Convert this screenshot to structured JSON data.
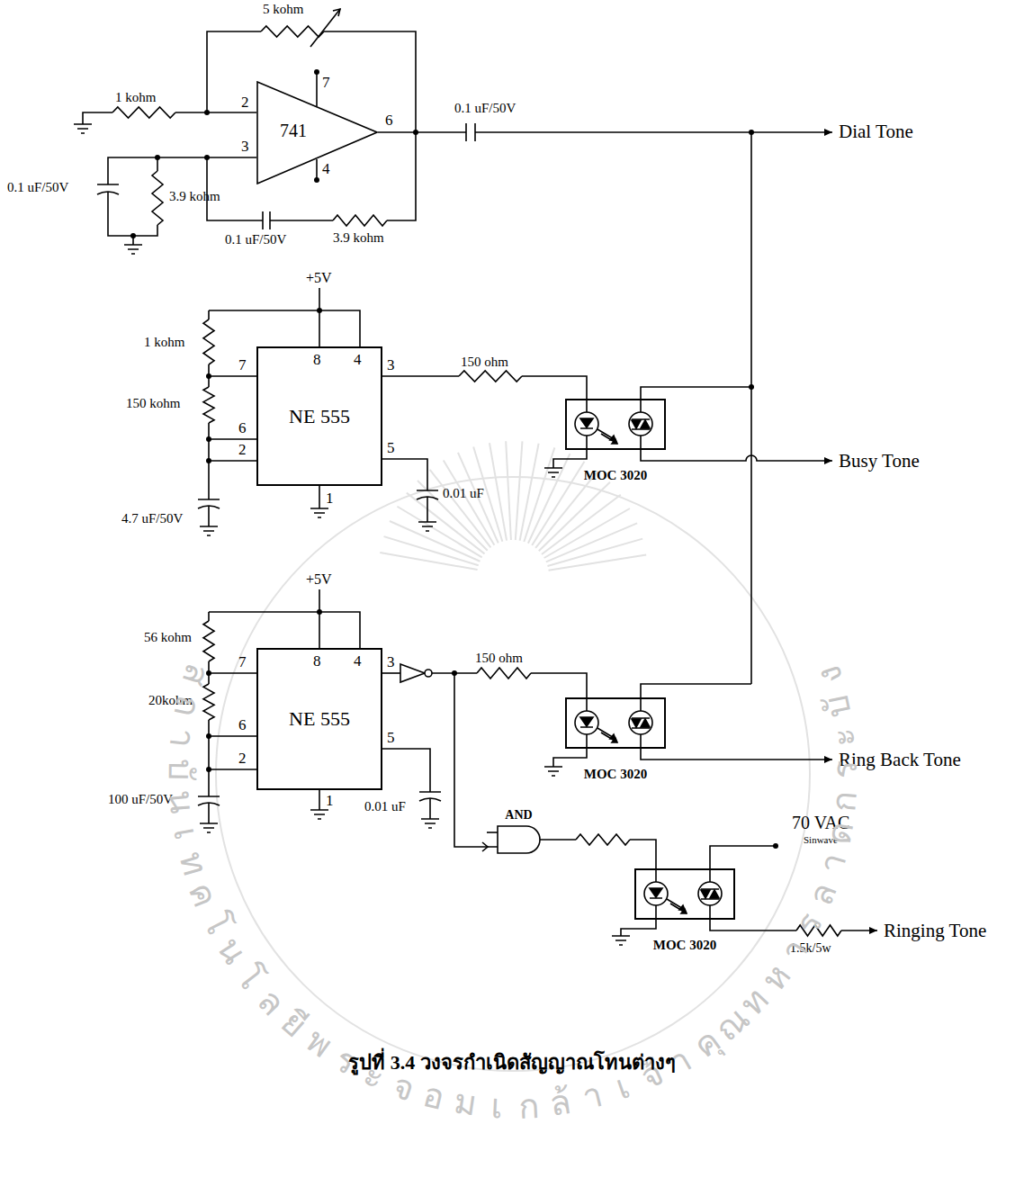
{
  "diagram": {
    "caption": "รูปที่ 3.4 วงจรกำเนิดสัญญาณโทนต่างๆ",
    "nodes": [
      {
        "text": [
          "741"
        ]
      },
      {
        "text": [
          "NE 555"
        ]
      },
      {
        "text": [
          "MOC 3020"
        ]
      },
      {
        "text": [
          "NE 555"
        ]
      },
      {
        "text": [
          "MOC 3020"
        ]
      },
      {
        "text": [
          "AND"
        ]
      },
      {
        "text": [
          "MOC 3020"
        ]
      }
    ],
    "labels": [
      "5 kohm",
      "1 kohm",
      "2",
      "7",
      "3",
      "6",
      "4",
      "0.1 uF/50V",
      "Dial Tone",
      "0.1 uF/50V",
      "3.9 kohm",
      "0.1 uF/50V",
      "3.9 kohm",
      "+5V",
      "1 kohm",
      "150 kohm",
      "8",
      "4",
      "7",
      "3",
      "6",
      "5",
      "2",
      "1",
      "4.7 uF/50V",
      "0.01 uF",
      "150 ohm",
      "Busy Tone",
      "+5V",
      "56 kohm",
      "20kohm",
      "8",
      "4",
      "7",
      "3",
      "6",
      "5",
      "2",
      "1",
      "100 uF/50V",
      "0.01 uF",
      "150 ohm",
      "Ring Back Tone",
      "70 VAC",
      "Sinwave",
      "1.5k/5w",
      "Ringing Tone",
      "สถาบันเทคโนโลยีพระจอมเกล้าเจ้าคุณทหารลาดกระบัง"
    ]
  }
}
